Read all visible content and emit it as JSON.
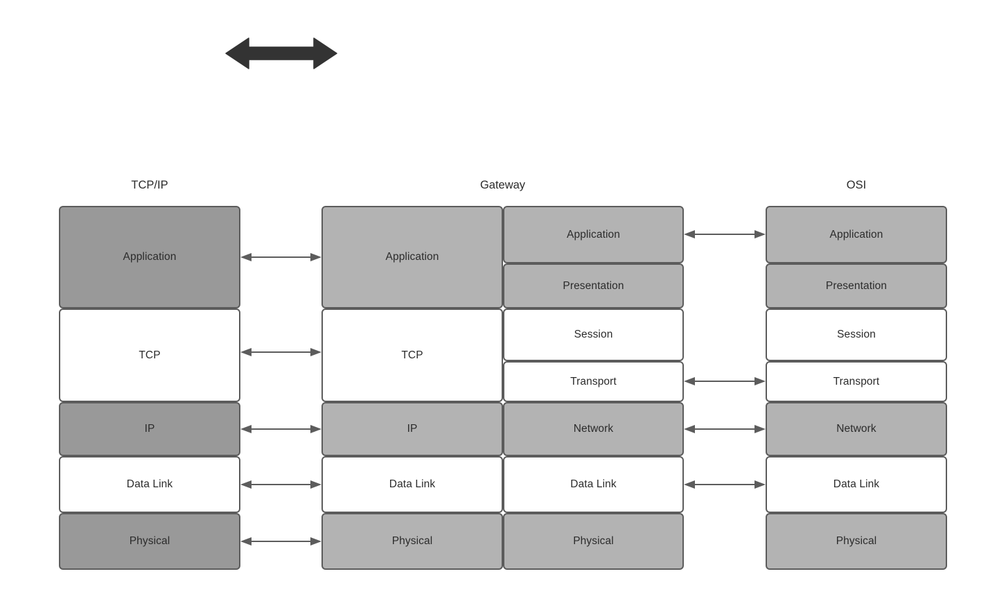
{
  "diagram": {
    "title_tcpip": "TCP/IP",
    "title_gateway": "Gateway",
    "title_osi": "OSI",
    "colors": {
      "dark_gray": "#999999",
      "mid_gray": "#b3b3b3",
      "white": "#ffffff",
      "border": "#5c5c5c",
      "arrow": "#5c5c5c",
      "block_arrow": "#333333",
      "text": "#2b2b2b"
    },
    "top_arrow": {
      "name": "bidirectional-block-arrow",
      "direction": "both"
    }
  },
  "columns": {
    "tcpip": {
      "label": "TCP/IP",
      "layers": [
        {
          "label": "Application",
          "fill": "dark"
        },
        {
          "label": "TCP",
          "fill": "white"
        },
        {
          "label": "IP",
          "fill": "dark"
        },
        {
          "label": "Data Link",
          "fill": "white"
        },
        {
          "label": "Physical",
          "fill": "dark"
        }
      ]
    },
    "gateway": {
      "label": "Gateway",
      "left_stack": [
        {
          "label": "Application",
          "fill": "mid"
        },
        {
          "label": "TCP",
          "fill": "white"
        },
        {
          "label": "IP",
          "fill": "mid"
        },
        {
          "label": "Data Link",
          "fill": "white"
        },
        {
          "label": "Physical",
          "fill": "mid"
        }
      ],
      "right_stack": [
        {
          "label": "Application",
          "fill": "mid"
        },
        {
          "label": "Presentation",
          "fill": "mid"
        },
        {
          "label": "Session",
          "fill": "white"
        },
        {
          "label": "Transport",
          "fill": "white"
        },
        {
          "label": "Network",
          "fill": "mid"
        },
        {
          "label": "Data Link",
          "fill": "white"
        },
        {
          "label": "Physical",
          "fill": "mid"
        }
      ]
    },
    "osi": {
      "label": "OSI",
      "layers": [
        {
          "label": "Application",
          "fill": "mid"
        },
        {
          "label": "Presentation",
          "fill": "mid"
        },
        {
          "label": "Session",
          "fill": "white"
        },
        {
          "label": "Transport",
          "fill": "white"
        },
        {
          "label": "Network",
          "fill": "mid"
        },
        {
          "label": "Data Link",
          "fill": "white"
        },
        {
          "label": "Physical",
          "fill": "mid"
        }
      ]
    }
  },
  "connectors": {
    "left_group": [
      {
        "between": "Application"
      },
      {
        "between": "TCP"
      },
      {
        "between": "IP"
      },
      {
        "between": "Data Link"
      },
      {
        "between": "Physical"
      }
    ],
    "right_group": [
      {
        "between": "Application"
      },
      {
        "between": "Transport"
      },
      {
        "between": "Network"
      },
      {
        "between": "Data Link"
      }
    ]
  }
}
